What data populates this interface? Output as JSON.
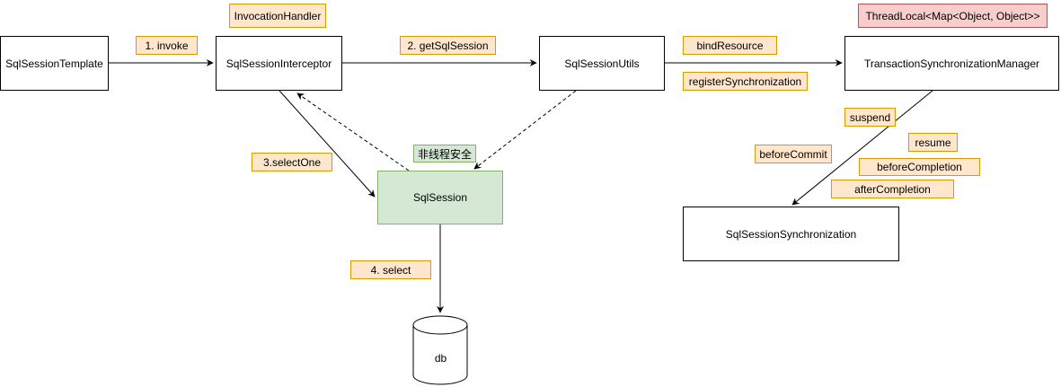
{
  "nodes": {
    "sql_session_template": "SqlSessionTemplate",
    "sql_session_interceptor": "SqlSessionInterceptor",
    "sql_session_utils": "SqlSessionUtils",
    "transaction_sync_manager": "TransactionSynchronizationManager",
    "sql_session": "SqlSession",
    "sql_session_synchronization": "SqlSessionSynchronization",
    "db": "db"
  },
  "labels": {
    "invocation_handler": "InvocationHandler",
    "thread_local": "ThreadLocal<Map<Object, Object>>",
    "invoke": "1. invoke",
    "get_sql_session": "2. getSqlSession",
    "select_one": "3.selectOne",
    "select": "4. select",
    "not_thread_safe": "非线程安全",
    "bind_resource": "bindResource",
    "register_synchronization": "registerSynchronization",
    "suspend": "suspend",
    "resume": "resume",
    "before_commit": "beforeCommit",
    "before_completion": "beforeCompletion",
    "after_completion": "afterCompletion"
  },
  "colors": {
    "orange_fill": "#ffe6cc",
    "orange_stroke": "#d79b00",
    "red_fill": "#f8cecc",
    "red_stroke": "#b85450",
    "green_fill": "#d5e8d4",
    "green_stroke": "#82b366"
  }
}
